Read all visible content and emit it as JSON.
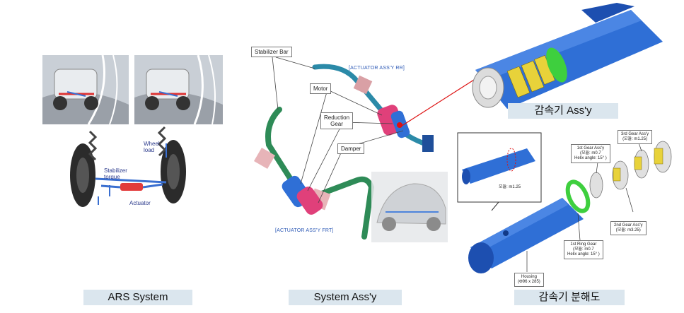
{
  "captions": {
    "ars": "ARS System",
    "system": "System Ass'y",
    "exploded": "감속기 분해도",
    "assy": "감속기 Ass'y"
  },
  "ars_panel": {
    "wheel_load": "Wheel\nload",
    "stabilizer_torque": "Stabilizer\ntorque",
    "actuator": "Actuator"
  },
  "system_panel": {
    "stabilizer_bar": "Stabilizer Bar",
    "motor": "Motor",
    "reduction_gear": "Reduction\nGear",
    "damper": "Damper",
    "actuator_rr": "[ACTUATOR ASS'Y RR]",
    "actuator_frt": "[ACTUATOR ASS'Y FRT]"
  },
  "exploded_panel": {
    "inset_module": "모듈: m1.25",
    "gear1": "1st Gear Ass'y\n(모듈: m0.7\nHelix angle: 15° )",
    "gear3": "3rd Gear Ass'y\n(모듈: m1.25)",
    "gear2": "2nd Gear Ass'y\n(모듈: m3.25)",
    "ring_gear": "1st Ring Gear\n(모듈: m0.7\nHelix angle: 15° )",
    "housing": "Housing\n(Φ96 x 285)"
  },
  "colors": {
    "caption_bg": "#dbe6ee",
    "housing_blue": "#2f6fd6",
    "stabilizer_green": "#2e8b57",
    "motor_pink": "#e0407a",
    "gear_yellow": "#e8d23a",
    "ring_green": "#3ecf3e",
    "leader_red": "#dd1111"
  }
}
